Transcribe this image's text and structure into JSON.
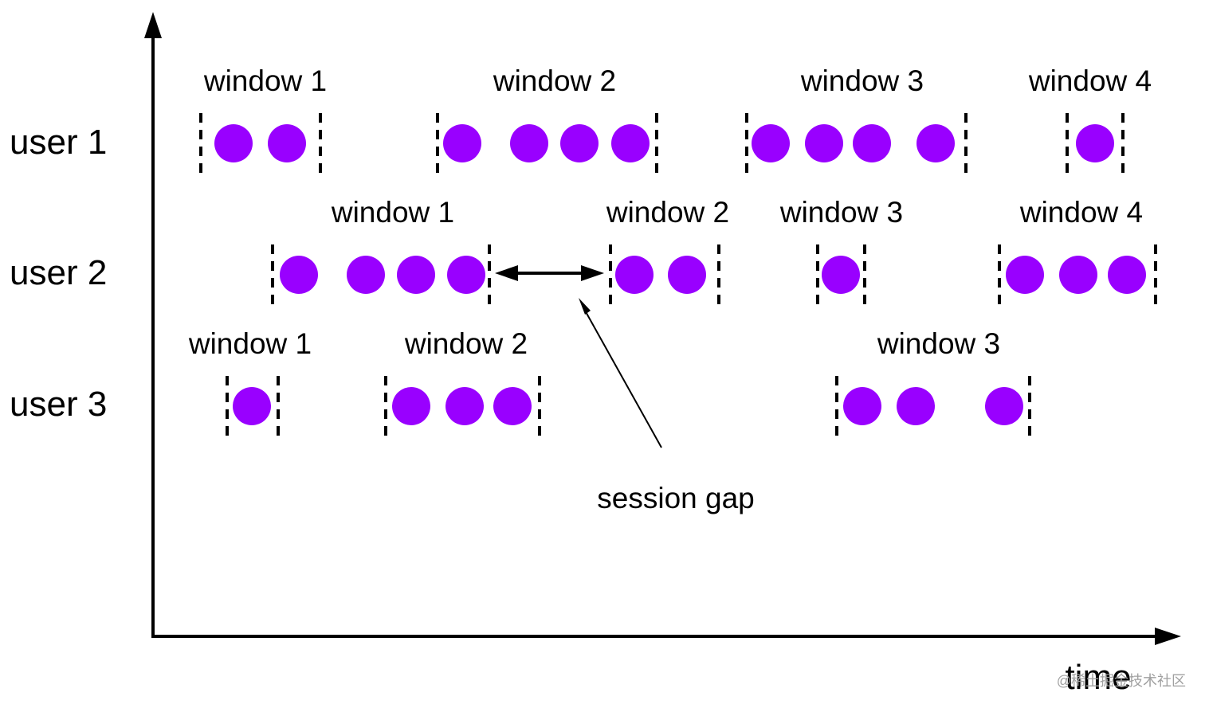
{
  "colors": {
    "event": "#9900ff",
    "line": "#000000",
    "watermark": "#a0a0a0"
  },
  "axis": {
    "x_label": "time"
  },
  "annotation": {
    "session_gap_label": "session gap"
  },
  "watermark": "@稀土掘金技术社区",
  "users": [
    {
      "label": "user 1",
      "windows": [
        {
          "label": "window 1",
          "event_count": 2
        },
        {
          "label": "window 2",
          "event_count": 4
        },
        {
          "label": "window 3",
          "event_count": 4
        },
        {
          "label": "window 4",
          "event_count": 1
        }
      ]
    },
    {
      "label": "user 2",
      "windows": [
        {
          "label": "window 1",
          "event_count": 4
        },
        {
          "label": "window 2",
          "event_count": 2
        },
        {
          "label": "window 3",
          "event_count": 1
        },
        {
          "label": "window 4",
          "event_count": 3
        }
      ]
    },
    {
      "label": "user 3",
      "windows": [
        {
          "label": "window 1",
          "event_count": 1
        },
        {
          "label": "window 2",
          "event_count": 3
        },
        {
          "label": "window 3",
          "event_count": 3
        }
      ]
    }
  ]
}
